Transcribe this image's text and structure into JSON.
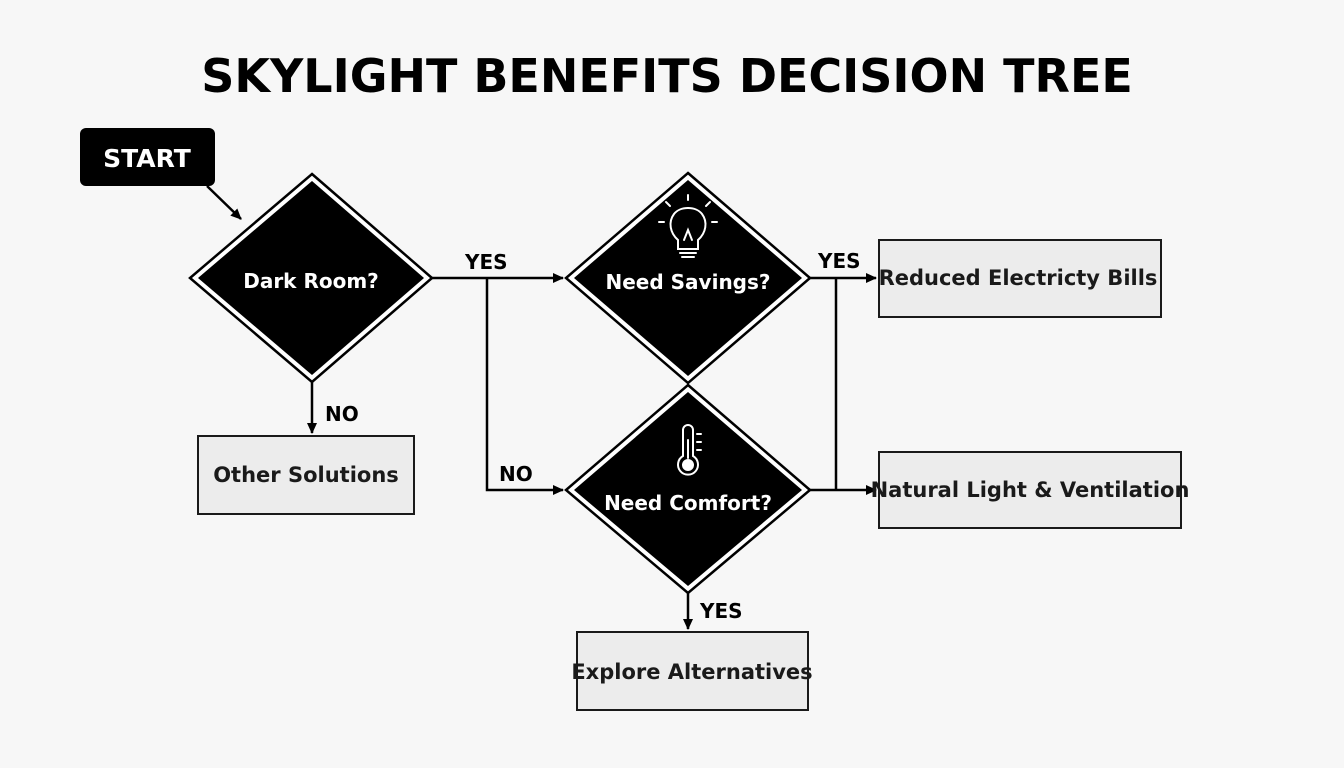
{
  "title": "SKYLIGHT BENEFITS DECISION TREE",
  "nodes": {
    "start": "START",
    "dark_room": "Dark Room?",
    "need_savings": "Need Savings?",
    "need_comfort": "Need Comfort?",
    "other_solutions": "Other Solutions",
    "reduced_bills": "Reduced Electricty Bills",
    "natural_light": "Natural Light & Ventilation",
    "explore_alternatives": "Explore Alternatives"
  },
  "edges": {
    "dark_yes": "YES",
    "dark_no": "NO",
    "savings_yes": "YES",
    "comfort_no": "NO",
    "comfort_yes": "YES"
  },
  "icons": {
    "savings": "lightbulb-icon",
    "comfort": "thermometer-icon"
  },
  "colors": {
    "node_fill": "#000000",
    "box_fill": "#ececec",
    "background": "#f7f7f7"
  }
}
